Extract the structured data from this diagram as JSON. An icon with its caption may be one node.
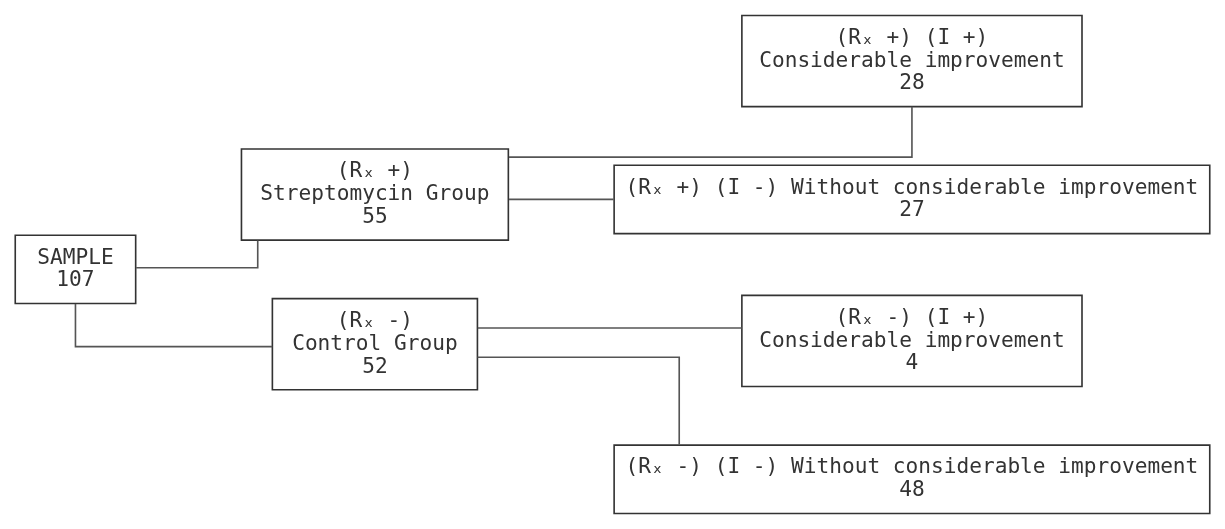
{
  "diagram": {
    "nodes": [
      {
        "text": [
          "SAMPLE",
          "107"
        ]
      },
      {
        "text": [
          "(Rₓ +)",
          "Streptomycin Group",
          "55"
        ]
      },
      {
        "text": [
          "(Rₓ +) (I +)",
          "Considerable improvement",
          "28"
        ]
      },
      {
        "text": [
          "(Rₓ +) (I -) Without considerable improvement",
          "27"
        ]
      },
      {
        "text": [
          "(Rₓ -)",
          "Control Group",
          "52"
        ]
      },
      {
        "text": [
          "(Rₓ -) (I +)",
          "Considerable improvement",
          "4"
        ]
      },
      {
        "text": [
          "(Rₓ -) (I -) Without considerable improvement",
          "48"
        ]
      }
    ],
    "edges": [
      {
        "from": 0,
        "to": 1,
        "arrow": "none"
      },
      {
        "from": 0,
        "to": 4,
        "arrow": "none"
      },
      {
        "from": 1,
        "to": 2,
        "arrow": "none"
      },
      {
        "from": 1,
        "to": 3,
        "arrow": "none"
      },
      {
        "from": 4,
        "to": 5,
        "arrow": "none"
      },
      {
        "from": 4,
        "to": 6,
        "arrow": "none"
      }
    ]
  }
}
